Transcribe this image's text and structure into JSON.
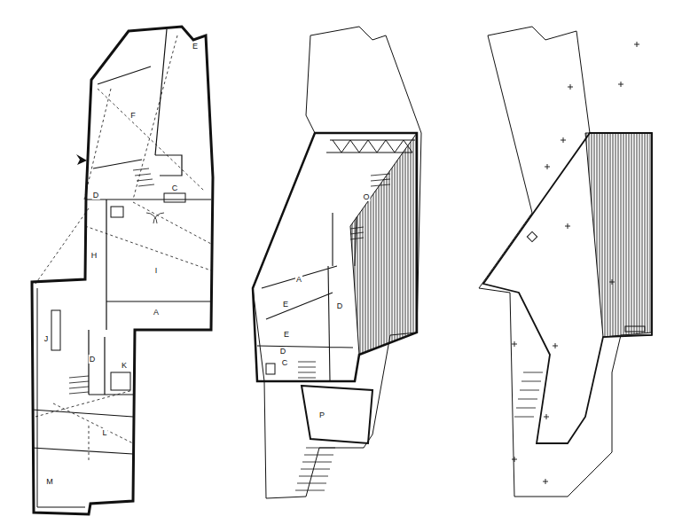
{
  "diagram": {
    "labels": [
      "E",
      "F",
      "D",
      "C",
      "H",
      "I",
      "A",
      "J",
      "D",
      "K",
      "L",
      "M",
      "O",
      "A",
      "E",
      "D",
      "E",
      "D",
      "C",
      "P"
    ]
  }
}
